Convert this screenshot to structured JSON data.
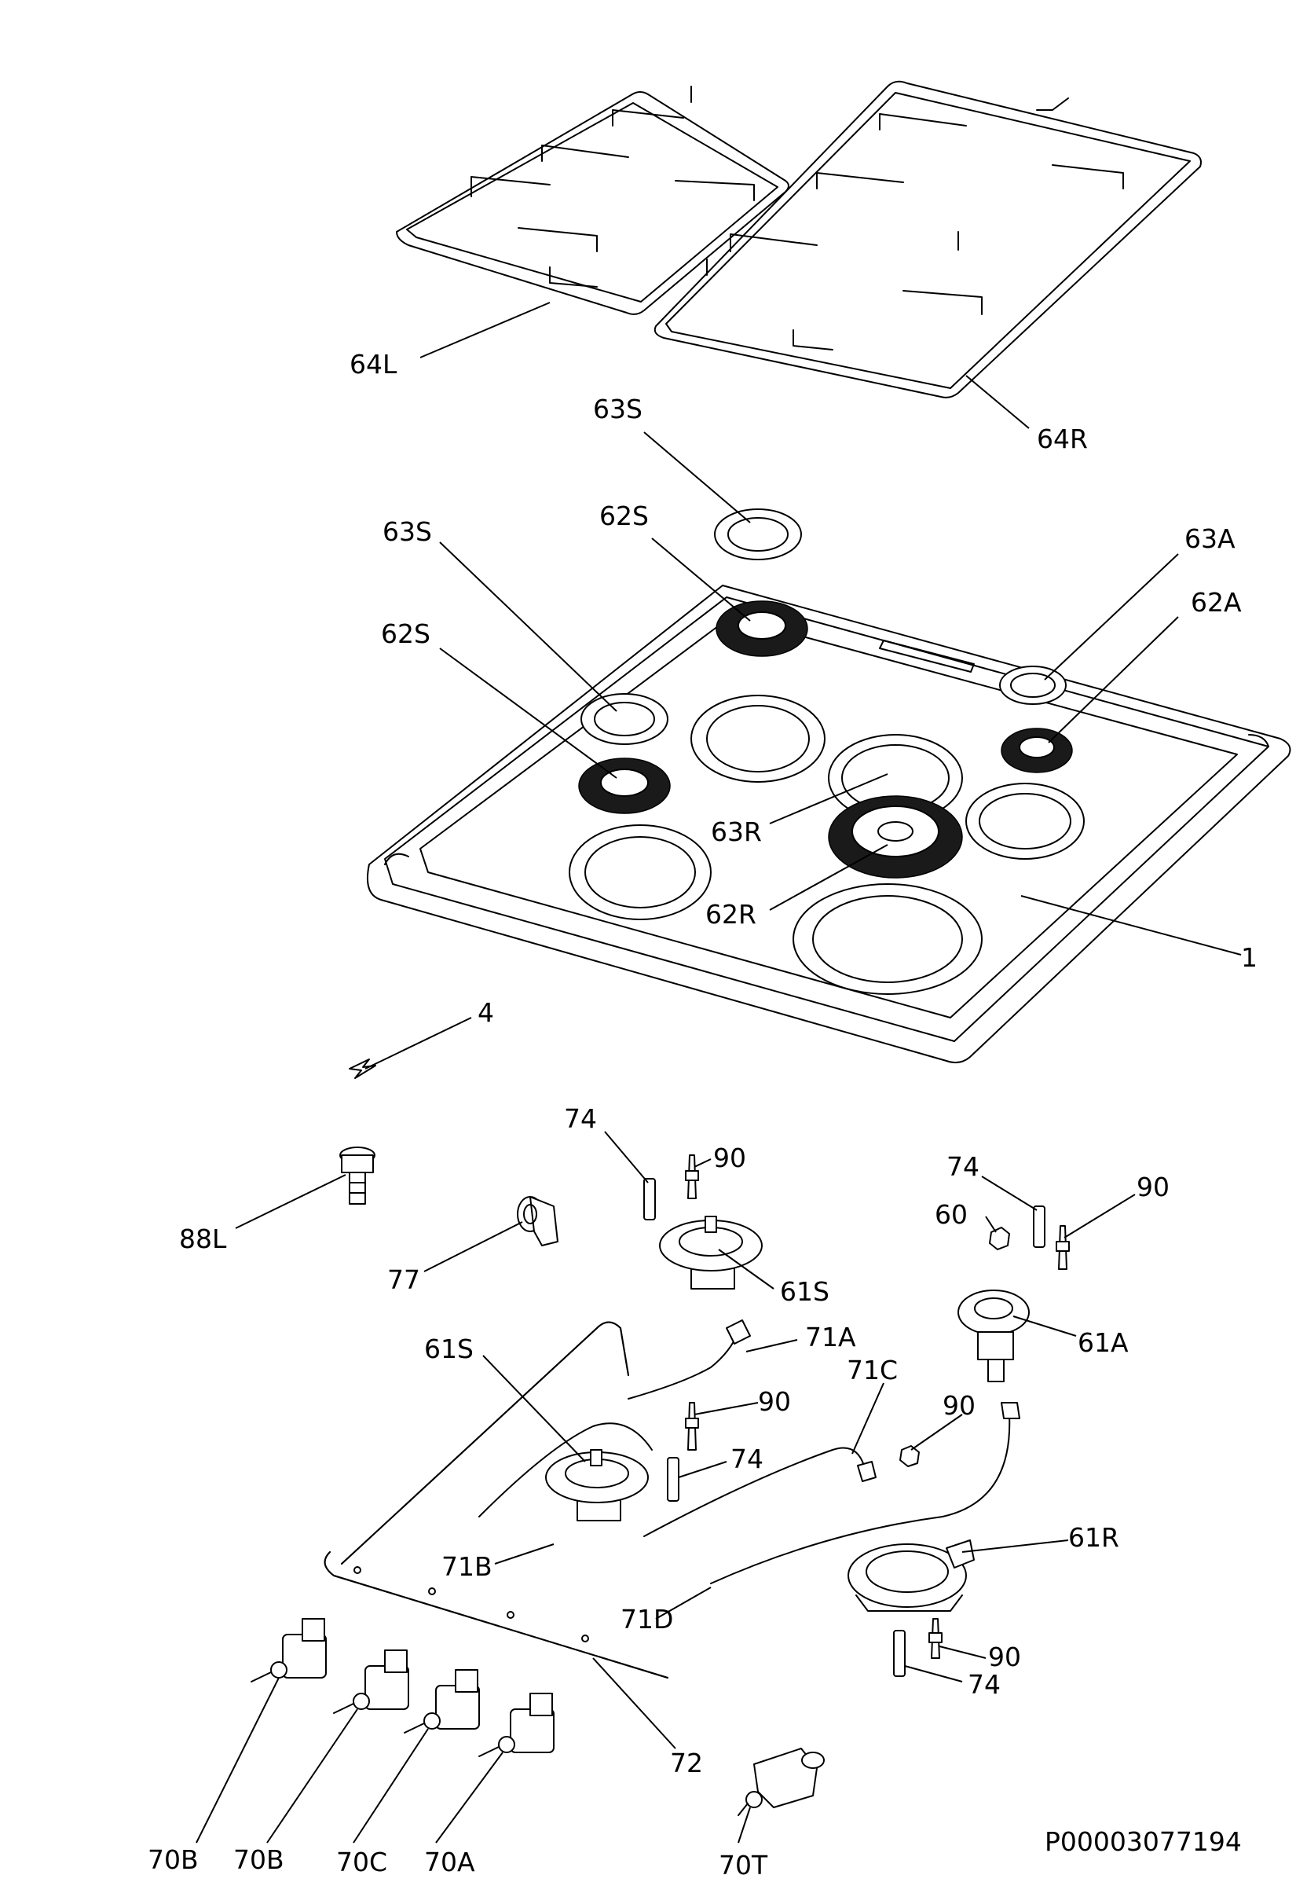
{
  "document_number": "P00003077194",
  "callouts": [
    {
      "id": "c64L",
      "text": "64L"
    },
    {
      "id": "c64R",
      "text": "64R"
    },
    {
      "id": "c63S_top",
      "text": "63S"
    },
    {
      "id": "c62S_top",
      "text": "62S"
    },
    {
      "id": "c63S_left",
      "text": "63S"
    },
    {
      "id": "c63A",
      "text": "63A"
    },
    {
      "id": "c62A",
      "text": "62A"
    },
    {
      "id": "c62S_left",
      "text": "62S"
    },
    {
      "id": "c63R",
      "text": "63R"
    },
    {
      "id": "c62R",
      "text": "62R"
    },
    {
      "id": "c1",
      "text": "1"
    },
    {
      "id": "c4",
      "text": "4"
    },
    {
      "id": "c74_a",
      "text": "74"
    },
    {
      "id": "c90_a",
      "text": "90"
    },
    {
      "id": "c74_b",
      "text": "74"
    },
    {
      "id": "c90_b",
      "text": "90"
    },
    {
      "id": "c60",
      "text": "60"
    },
    {
      "id": "c88L",
      "text": "88L"
    },
    {
      "id": "c77",
      "text": "77"
    },
    {
      "id": "c61S_a",
      "text": "61S"
    },
    {
      "id": "c61A",
      "text": "61A"
    },
    {
      "id": "c71A",
      "text": "71A"
    },
    {
      "id": "c61S_b",
      "text": "61S"
    },
    {
      "id": "c71C",
      "text": "71C"
    },
    {
      "id": "c90_c",
      "text": "90"
    },
    {
      "id": "c90_d",
      "text": "90"
    },
    {
      "id": "c74_c",
      "text": "74"
    },
    {
      "id": "c61R",
      "text": "61R"
    },
    {
      "id": "c71B",
      "text": "71B"
    },
    {
      "id": "c71D",
      "text": "71D"
    },
    {
      "id": "c90_e",
      "text": "90"
    },
    {
      "id": "c74_d",
      "text": "74"
    },
    {
      "id": "c72",
      "text": "72"
    },
    {
      "id": "c70B_a",
      "text": "70B"
    },
    {
      "id": "c70B_b",
      "text": "70B"
    },
    {
      "id": "c70C",
      "text": "70C"
    },
    {
      "id": "c70A",
      "text": "70A"
    },
    {
      "id": "c70T",
      "text": "70T"
    }
  ]
}
